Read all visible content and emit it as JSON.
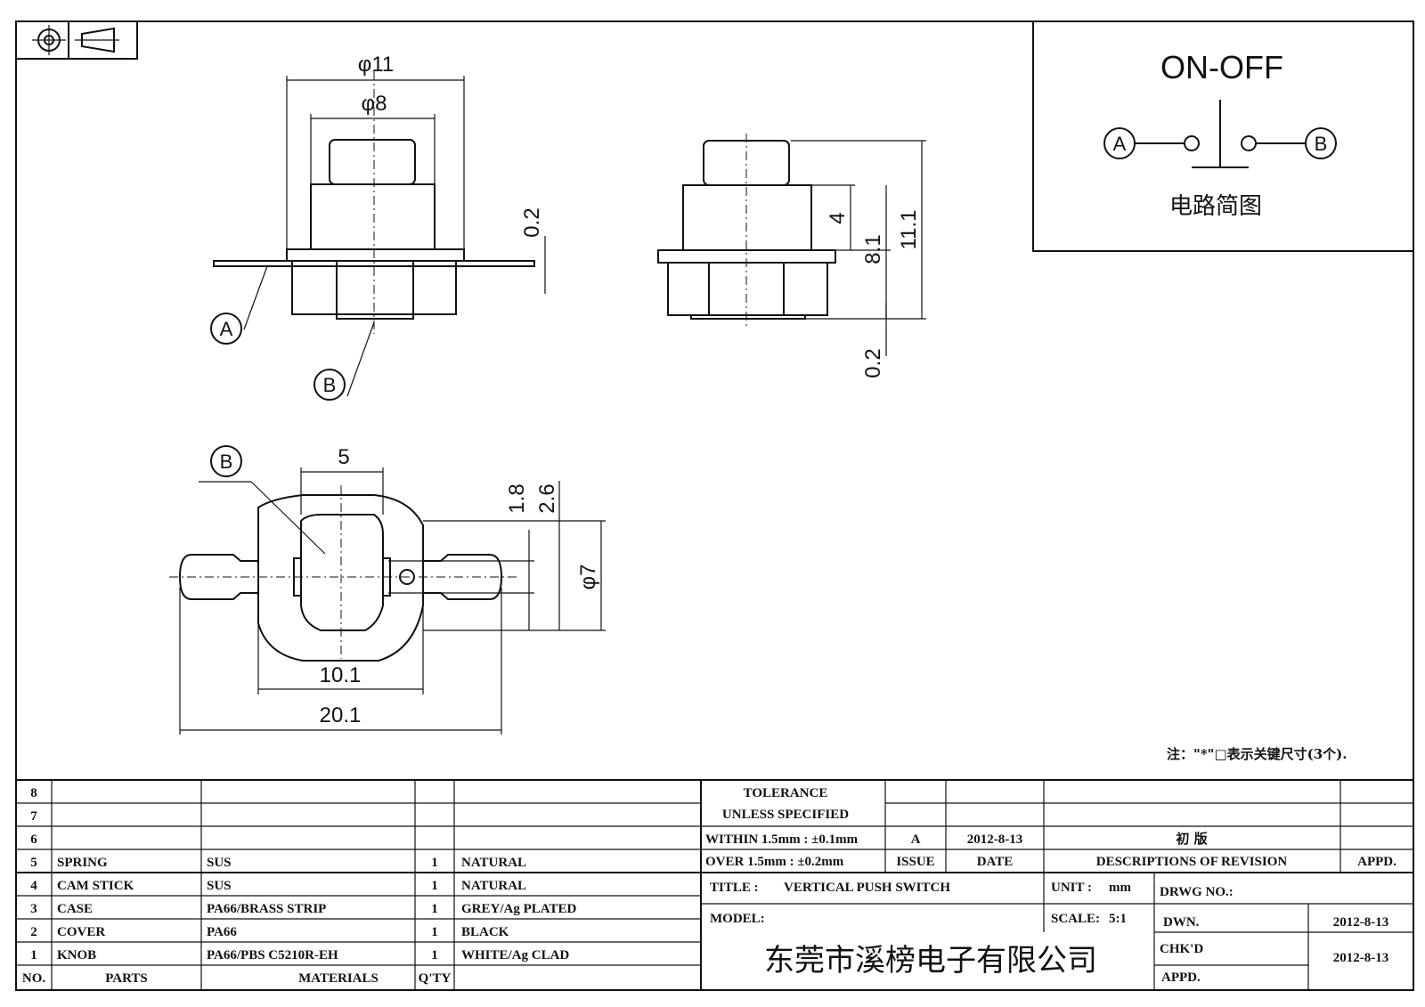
{
  "schematic": {
    "title": "ON-OFF",
    "terminal_a": "A",
    "terminal_b": "B",
    "caption": "电路简图"
  },
  "views": {
    "front": {
      "dim_outer_dia": "φ11",
      "dim_inner_dia": "φ8",
      "dim_plate": "0.2",
      "label_a": "A",
      "label_b": "B"
    },
    "side": {
      "dim_case": "4",
      "dim_body": "8.1",
      "dim_total": "11.1",
      "dim_bottom": "0.2"
    },
    "top": {
      "label_b": "B",
      "dim_slot": "5",
      "dim_a": "1.8",
      "dim_b": "2.6",
      "dim_dia": "φ7",
      "dim_width": "10.1",
      "dim_length": "20.1"
    }
  },
  "note": "注：\"*\"□表示关键尺寸(3个).",
  "tolerance": {
    "line1": "TOLERANCE",
    "line2": "UNLESS  SPECIFIED",
    "line3": "WITHIN 1.5mm : ±0.1mm",
    "line4": "OVER 1.5mm : ±0.2mm"
  },
  "revision": {
    "issue_value": "A",
    "date_value": "2012-8-13",
    "description_value": "初  版",
    "issue_header": "ISSUE",
    "date_header": "DATE",
    "desc_header": "DESCRIPTIONS  OF  REVISION",
    "appd_header": "APPD."
  },
  "parts_header": {
    "no": "NO.",
    "parts": "PARTS",
    "materials": "MATERIALS",
    "qty": "Q'TY"
  },
  "parts": [
    {
      "no": "8",
      "part": "",
      "material": "",
      "qty": "",
      "finish": ""
    },
    {
      "no": "7",
      "part": "",
      "material": "",
      "qty": "",
      "finish": ""
    },
    {
      "no": "6",
      "part": "",
      "material": "",
      "qty": "",
      "finish": ""
    },
    {
      "no": "5",
      "part": "SPRING",
      "material": "SUS",
      "qty": "1",
      "finish": "NATURAL"
    },
    {
      "no": "4",
      "part": "CAM STICK",
      "material": "SUS",
      "qty": "1",
      "finish": "NATURAL"
    },
    {
      "no": "3",
      "part": "CASE",
      "material": "PA66/BRASS STRIP",
      "qty": "1",
      "finish": "GREY/Ag PLATED"
    },
    {
      "no": "2",
      "part": "COVER",
      "material": "PA66",
      "qty": "1",
      "finish": "BLACK"
    },
    {
      "no": "1",
      "part": "KNOB",
      "material": "PA66/PBS C5210R-EH",
      "qty": "1",
      "finish": "WHITE/Ag CLAD"
    }
  ],
  "title_block": {
    "title_label": "TITLE :",
    "title_value": "VERTICAL  PUSH  SWITCH",
    "unit_label": "UNIT :",
    "unit_value": "mm",
    "drwg_label": "DRWG  NO.:",
    "model_label": "MODEL:",
    "scale_label": "SCALE:",
    "scale_value": "5:1",
    "dwn_label": "DWN.",
    "dwn_date": "2012-8-13",
    "chkd_label": "CHK'D",
    "chkd_date": "2012-8-13",
    "appd_label": "APPD.",
    "company": "东莞市溪榜电子有限公司"
  }
}
